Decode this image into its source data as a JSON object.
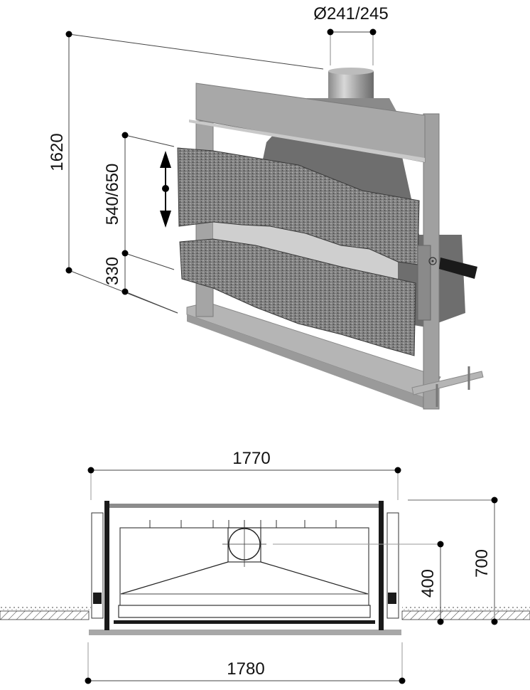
{
  "diagram": {
    "subject": "Fireplace insert with wood-effect lift door",
    "views": [
      "perspective",
      "top-plan"
    ]
  },
  "perspective_view": {
    "flue_diameter_label": "Ø241/245",
    "total_height_label": "1620",
    "opening_height_label": "540/650",
    "base_to_opening_label": "330",
    "door_movement": "vertical-double-arrow",
    "colors": {
      "frame": "#a9a9a9",
      "frame_dark": "#7a7a7a",
      "hood": "#6e6e6e",
      "wood_panel": "#8a8a8a",
      "handle": "#1a1a1a"
    }
  },
  "plan_view": {
    "top_width_label": "1770",
    "bottom_width_label": "1780",
    "flue_center_depth_label": "400",
    "total_depth_label": "700",
    "colors": {
      "wall_post": "#1a1a1a",
      "base_plate": "#a8a8a8",
      "lintel": "#8c8c8c"
    }
  }
}
